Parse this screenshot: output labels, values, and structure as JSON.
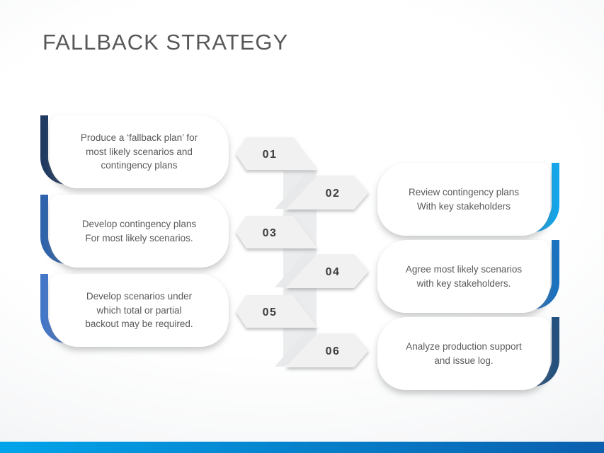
{
  "title": "FALLBACK STRATEGY",
  "steps": [
    {
      "number": "01",
      "side": "left",
      "accent": "#203a61",
      "lines": [
        "Produce a ‘fallback plan’ for",
        "most likely scenarios and",
        "contingency plans"
      ]
    },
    {
      "number": "02",
      "side": "right",
      "accent": "#14a5ea",
      "lines": [
        "Review contingency plans",
        "With key stakeholders"
      ]
    },
    {
      "number": "03",
      "side": "left",
      "accent": "#2f64ac",
      "lines": [
        "Develop contingency plans",
        "For most likely scenarios."
      ]
    },
    {
      "number": "04",
      "side": "right",
      "accent": "#1b72c0",
      "lines": [
        "Agree most likely scenarios",
        "with key stakeholders."
      ]
    },
    {
      "number": "05",
      "side": "left",
      "accent": "#4577c9",
      "lines": [
        "Develop scenarios under",
        "which total or partial",
        "backout may be required."
      ]
    },
    {
      "number": "06",
      "side": "right",
      "accent": "#24517e",
      "lines": [
        "Analyze production support",
        "and issue log."
      ]
    }
  ],
  "footer_bar": {
    "gradient_start": "#00a4ea",
    "gradient_end": "#0b5fae"
  }
}
